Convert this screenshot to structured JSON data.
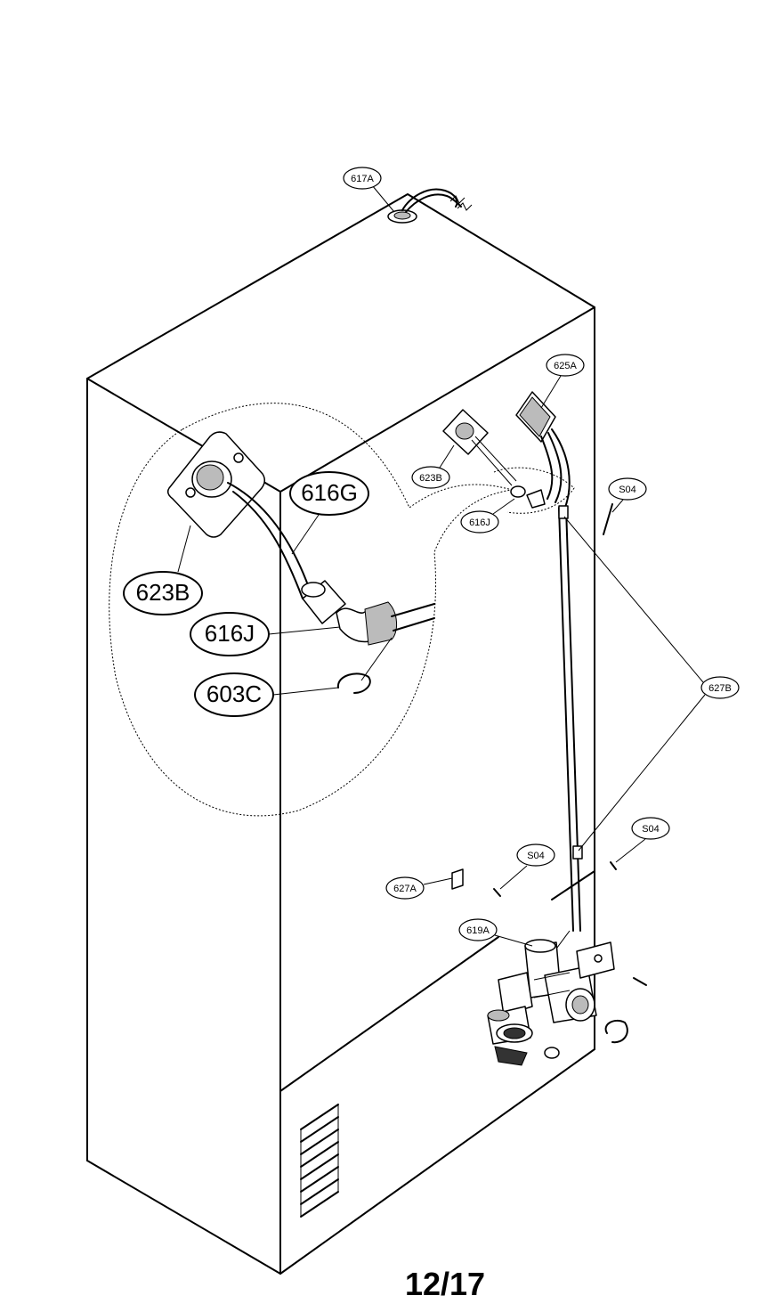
{
  "callouts": {
    "c617A": "617A",
    "c625A": "625A",
    "c623B_small": "623B",
    "c616J_small": "616J",
    "cS04_top": "S04",
    "c627B": "627B",
    "cS04_right": "S04",
    "cS04_mid": "S04",
    "c627A": "627A",
    "c619A": "619A",
    "c616G": "616G",
    "c623B_large": "623B",
    "c616J_large": "616J",
    "c603C": "603C"
  },
  "page_number": "12/17"
}
